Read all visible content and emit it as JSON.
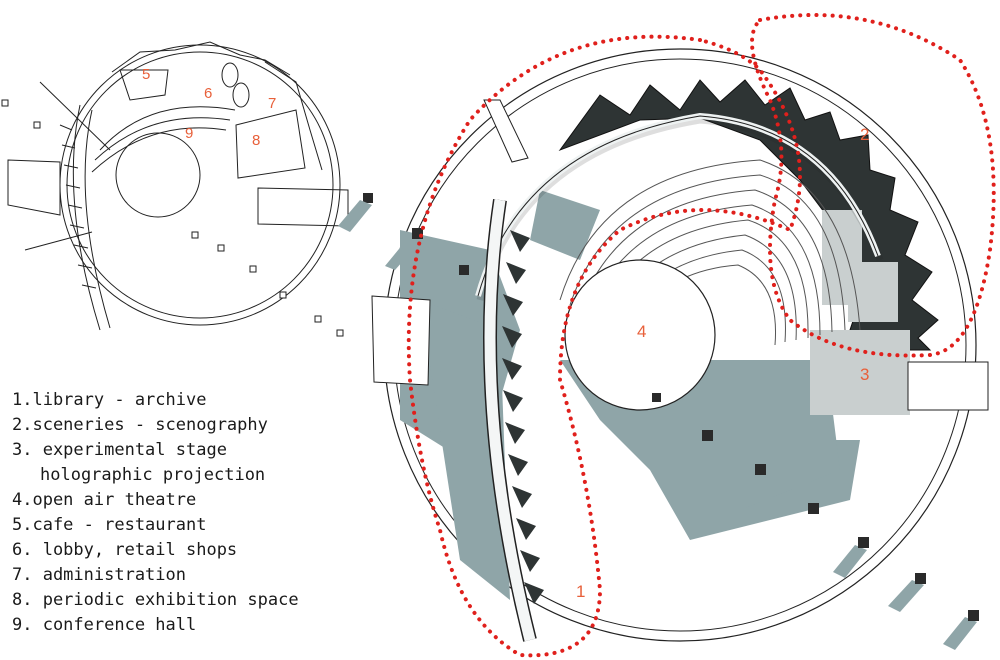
{
  "legend": [
    "1.library - archive",
    "2.sceneries - scenography",
    "3. experimental stage",
    "holographic projection",
    "4.open air theatre",
    "5.cafe - restaurant",
    "6. lobby, retail shops",
    "7. administration",
    "8. periodic exhibition space",
    "9. conference hall"
  ],
  "plan_labels": {
    "small": [
      "5",
      "6",
      "7",
      "8",
      "9"
    ],
    "large": [
      "1",
      "2",
      "3",
      "4"
    ]
  },
  "colors": {
    "zone_dots": "#e0201c",
    "zone_numbers": "#e8603a",
    "shadow": "#8fa5a8",
    "wall_dark": "#2e3434",
    "line": "#222222"
  }
}
